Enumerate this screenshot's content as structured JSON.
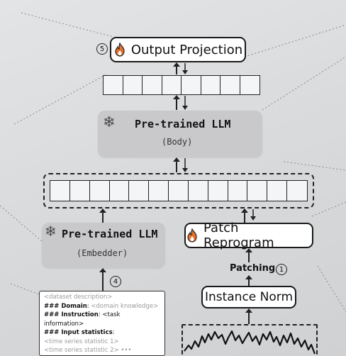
{
  "output_projection": {
    "label": "Output Projection",
    "step": "5"
  },
  "llm_body": {
    "title": "Pre-trained LLM",
    "subtitle": "(Body)"
  },
  "llm_embedder": {
    "title": "Pre-trained LLM",
    "subtitle": "(Embedder)"
  },
  "patch_reprogram": {
    "label": "Patch Reprogram"
  },
  "patching": {
    "label": "Patching",
    "step": "1"
  },
  "instance_norm": {
    "label": "Instance Norm"
  },
  "prompt_step": "4",
  "prompt": {
    "line1": "<dataset description>",
    "domain_key": "### Domain",
    "domain_value": "<domain knowledge>",
    "instruction_key": "### Instruction",
    "instruction_value": "<task information>",
    "stats_key": "### Input statistics",
    "stat1": "<time series statistic 1>",
    "stat2": "<time series statistic 2>",
    "ellipsis": "•••"
  },
  "icons": {
    "trainable": "fire-icon",
    "frozen": "snowflake-icon"
  },
  "colors": {
    "frozen_block": "#c9c9cb",
    "fire": "#e8702a",
    "border": "#1a1a1a"
  }
}
